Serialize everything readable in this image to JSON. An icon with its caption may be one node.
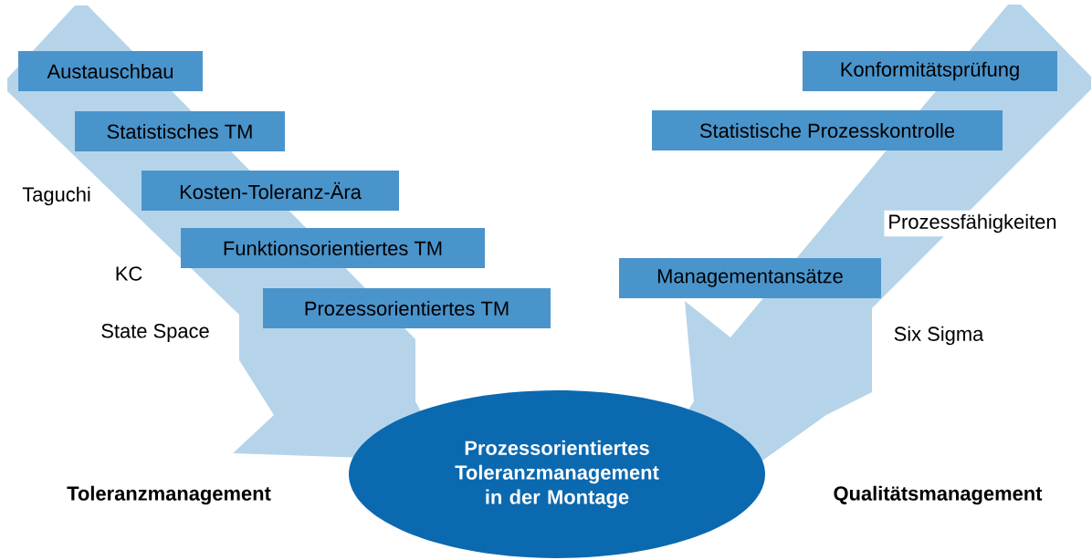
{
  "diagram": {
    "nodes": [
      {
        "text": [
          "Austauschbau"
        ]
      },
      {
        "text": [
          "Statistisches TM"
        ]
      },
      {
        "text": [
          "Kosten-Toleranz-Ära"
        ]
      },
      {
        "text": [
          "Funktionsorientiertes TM"
        ]
      },
      {
        "text": [
          "Prozessorientiertes TM"
        ]
      },
      {
        "text": [
          "Konformitätsprüfung"
        ]
      },
      {
        "text": [
          "Statistische Prozesskontrolle"
        ]
      },
      {
        "text": [
          "Managementansätze"
        ]
      },
      {
        "text": [
          "Prozessorientiertes Toleranzmanagement in der Montage"
        ]
      }
    ],
    "labels": [
      "Taguchi",
      "Prozessfähigkeiten",
      "KC",
      "State Space",
      "Six Sigma",
      "Toleranzmanagement",
      "Qualitätsmanagement"
    ]
  }
}
